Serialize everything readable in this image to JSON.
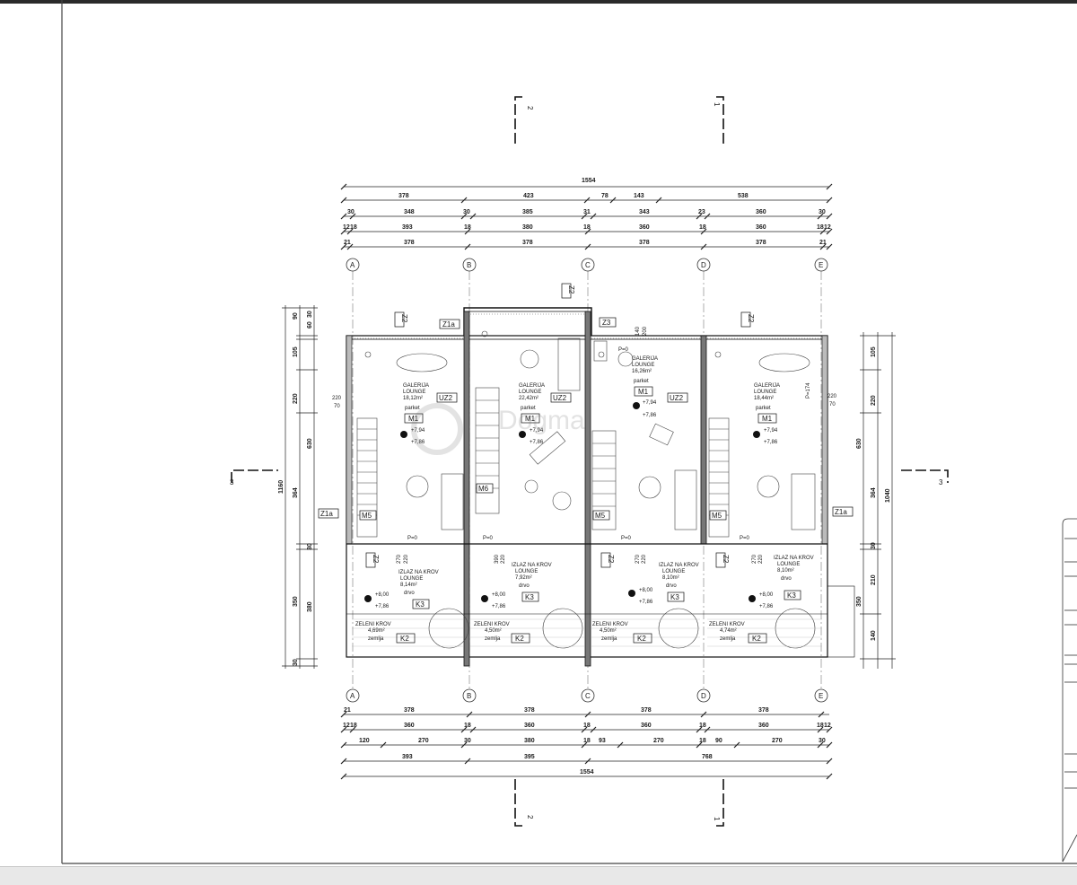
{
  "sheet": {
    "axes": [
      "A",
      "B",
      "C",
      "D",
      "E"
    ],
    "section_marks": {
      "s1": "1",
      "s2": "2",
      "s3": "3"
    },
    "top_dims": {
      "row0": [
        "1554"
      ],
      "row1": [
        "378",
        "423",
        "78",
        "143",
        "538"
      ],
      "row2": [
        "30",
        "348",
        "30",
        "385",
        "31",
        "343",
        "23",
        "360",
        "30"
      ],
      "row3": [
        "12",
        "18",
        "393",
        "18",
        "380",
        "18",
        "360",
        "18",
        "360",
        "18",
        "12"
      ],
      "row4": [
        "21",
        "378",
        "378",
        "378",
        "378",
        "21"
      ]
    },
    "bottom_dims": {
      "row1": [
        "21",
        "378",
        "378",
        "378",
        "378"
      ],
      "row2": [
        "12",
        "18",
        "360",
        "18",
        "360",
        "18",
        "360",
        "18",
        "360",
        "18",
        "12"
      ],
      "row3": [
        "120",
        "270",
        "30",
        "380",
        "18",
        "93",
        "270",
        "18",
        "90",
        "270",
        "30"
      ],
      "row4": [
        "393",
        "395",
        "768"
      ],
      "row5": [
        "1554"
      ]
    },
    "left_dims": [
      "90",
      "60",
      "30",
      "105",
      "220",
      "630",
      "364",
      "1160",
      "30",
      "350",
      "380",
      "30"
    ],
    "right_dims": [
      "105",
      "220",
      "630",
      "364",
      "1040",
      "30",
      "210",
      "350",
      "140"
    ],
    "rooms": [
      {
        "name": "GALERIJA",
        "sub": "LOUNGE",
        "area": "18,12m²",
        "floor": "parket",
        "code": "M1",
        "lvl1": "+7,94",
        "lvl2": "+7,86"
      },
      {
        "name": "GALERIJA",
        "sub": "LOUNGE",
        "area": "22,42m²",
        "floor": "parket",
        "code": "M1",
        "lvl1": "+7,94",
        "lvl2": "+7,86"
      },
      {
        "name": "GALERIJA",
        "sub": "LOUNGE",
        "area": "16,26m²",
        "floor": "parket",
        "code": "M1",
        "lvl1": "+7,94",
        "lvl2": "+7,86"
      },
      {
        "name": "GALERIJA",
        "sub": "LOUNGE",
        "area": "18,44m²",
        "floor": "parket",
        "code": "M1",
        "lvl1": "+7,94",
        "lvl2": "+7,86"
      }
    ],
    "terraces": [
      {
        "name": "IZLAZ NA KROV",
        "sub": "LOUNGE",
        "area": "8,14m²",
        "floor": "drvo",
        "code": "K3",
        "lvl1": "+8,00",
        "lvl2": "+7,86"
      },
      {
        "name": "IZLAZ NA KROV",
        "sub": "LOUNGE",
        "area": "7,92m²",
        "floor": "drvo",
        "code": "K3",
        "lvl1": "+8,00",
        "lvl2": "+7,86"
      },
      {
        "name": "IZLAZ NA KROV",
        "sub": "LOUNGE",
        "area": "8,10m²",
        "floor": "drvo",
        "code": "K3",
        "lvl1": "+8,00",
        "lvl2": "+7,86"
      },
      {
        "name": "IZLAZ NA KROV",
        "sub": "LOUNGE",
        "area": "8,10m²",
        "floor": "drvo",
        "code": "K3",
        "lvl1": "+8,00",
        "lvl2": "+7,86"
      }
    ],
    "green_roofs": [
      {
        "name": "ZELENI KROV",
        "area": "4,69m²",
        "floor": "zemlja",
        "code": "K2"
      },
      {
        "name": "ZELENI KROV",
        "area": "4,50m²",
        "floor": "zemlja",
        "code": "K2"
      },
      {
        "name": "ZELENI KROV",
        "area": "4,50m²",
        "floor": "zemlja",
        "code": "K2"
      },
      {
        "name": "ZELENI KROV",
        "area": "4,74m²",
        "floor": "zemlja",
        "code": "K2"
      }
    ],
    "tags": {
      "z2": "Z2",
      "z1a": "Z1a",
      "z3": "Z3",
      "uz2": "UZ2",
      "m5": "M5",
      "m6": "M6",
      "p0": "P=0",
      "p174": "P=174",
      "w220": "220",
      "w70": "70",
      "w270": "270",
      "w390": "390",
      "w140": "140",
      "w200": "200"
    },
    "watermark": "Dogma"
  }
}
